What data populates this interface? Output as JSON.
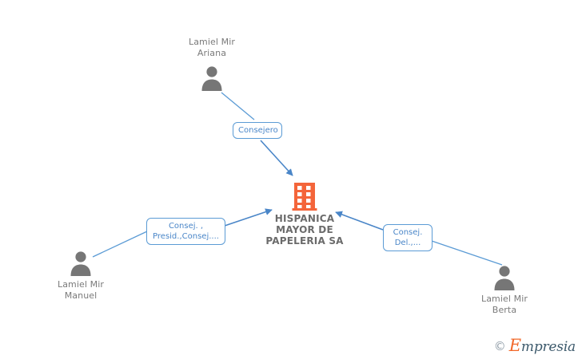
{
  "diagram": {
    "type": "org-relationship-graph",
    "background_color": "#ffffff",
    "accent_color": "#4a86c8",
    "company_color": "#f4653a",
    "person_color": "#767676",
    "company": {
      "id": "company",
      "name": "HISPANICA\nMAYOR DE\nPAPELERIA SA",
      "icon": "building-icon"
    },
    "persons": [
      {
        "id": "person-ariana",
        "name": "Lamiel Mir\nAriana",
        "icon": "person-icon"
      },
      {
        "id": "person-manuel",
        "name": "Lamiel Mir\nManuel",
        "icon": "person-icon"
      },
      {
        "id": "person-berta",
        "name": "Lamiel Mir\nBerta",
        "icon": "person-icon"
      }
    ],
    "relations": [
      {
        "id": "rel-ariana",
        "label": "Consejero",
        "from": "person-ariana",
        "to": "company"
      },
      {
        "id": "rel-manuel",
        "label": "Consej. ,\nPresid.,Consej....",
        "from": "person-manuel",
        "to": "company"
      },
      {
        "id": "rel-berta",
        "label": "Consej.\nDel.,...",
        "from": "person-berta",
        "to": "company"
      }
    ]
  },
  "watermark": {
    "copyright": "©",
    "brand_first_letter": "E",
    "brand_rest": "mpresia"
  }
}
